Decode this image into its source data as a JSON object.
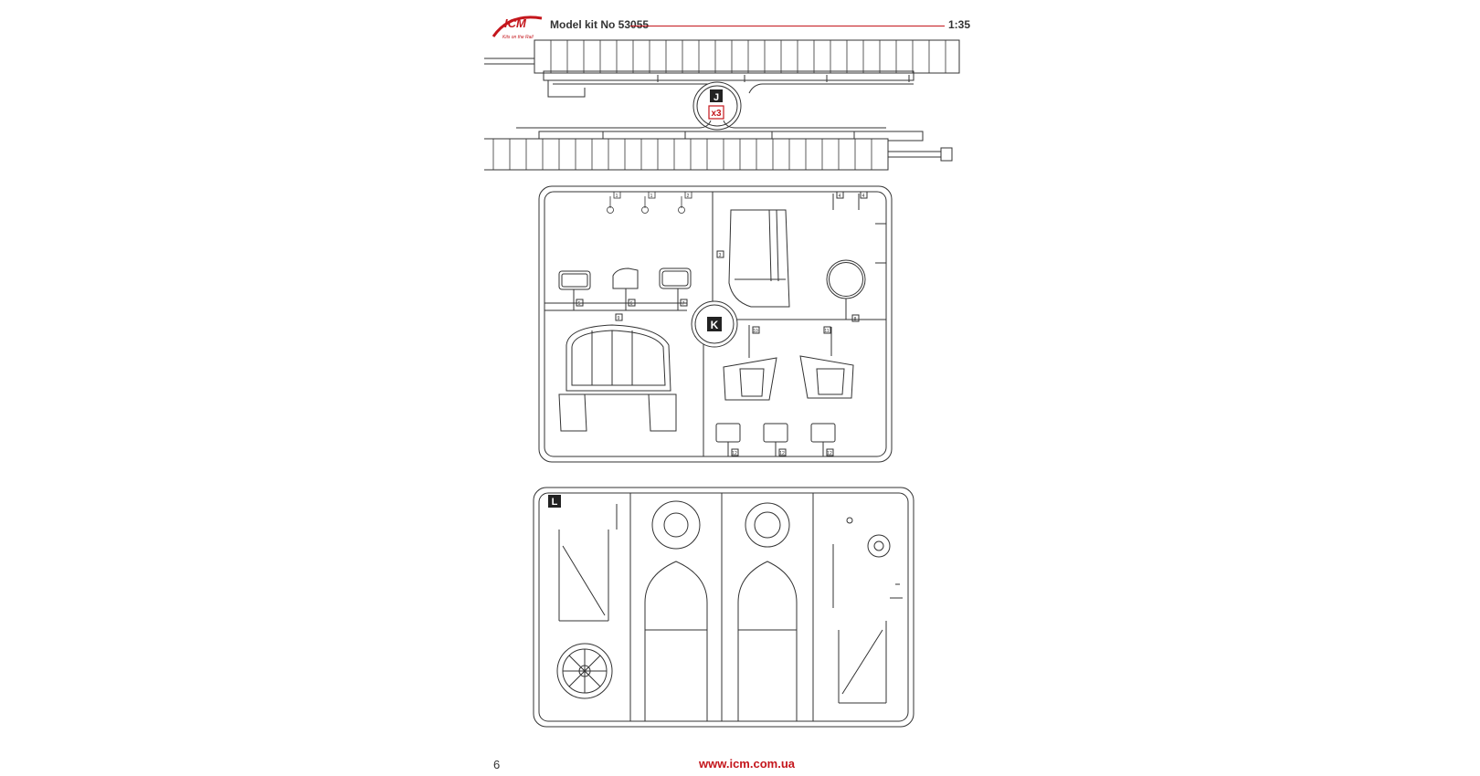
{
  "header": {
    "brand": "ICM",
    "tagline": "Kits on the Rail",
    "kit_title": "Model kit No 53055",
    "scale": "1:35"
  },
  "sprues": {
    "j": {
      "letter": "J",
      "quantity": "x3"
    },
    "k": {
      "letter": "K",
      "part_numbers": [
        "1",
        "1",
        "2",
        "3",
        "4",
        "4",
        "5",
        "6",
        "7",
        "8",
        "9",
        "10",
        "11",
        "12",
        "12",
        "12"
      ]
    },
    "l": {
      "letter": "L"
    }
  },
  "footer": {
    "page_number": "6",
    "url": "www.icm.com.ua"
  },
  "colors": {
    "brand_red": "#c4161c",
    "line": "#333333"
  }
}
